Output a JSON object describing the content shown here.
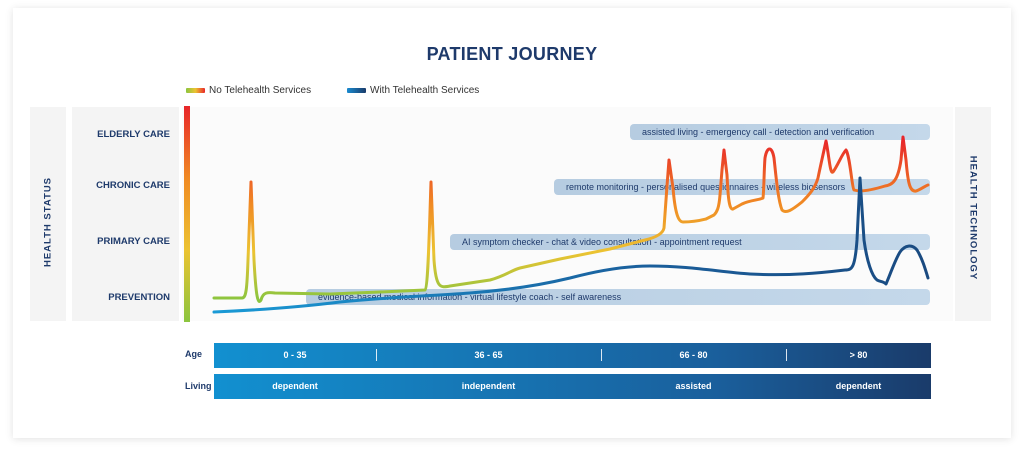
{
  "title": "PATIENT JOURNEY",
  "legend": {
    "no_telehealth": "No Telehealth Services",
    "with_telehealth": "With Telehealth Services"
  },
  "axis": {
    "left": "HEALTH   STATUS",
    "right": "HEALTH   TECHNOLOGY"
  },
  "health_levels": [
    "ELDERLY CARE",
    "CHRONIC CARE",
    "PRIMARY CARE",
    "PREVENTION"
  ],
  "technology_bands": [
    "assisted living - emergency call - detection and verification",
    "remote monitoring - personalised questionnaires - wireless biosensors",
    "AI symptom checker - chat & video consultation - appointment request",
    "evidence-based medical information - virtual lifestyle coach - self awareness"
  ],
  "age_bar": {
    "label": "Age",
    "segments": [
      "0 - 35",
      "36 - 65",
      "66 - 80",
      "> 80"
    ]
  },
  "living_bar": {
    "label": "Living",
    "segments": [
      "dependent",
      "independent",
      "assisted",
      "dependent"
    ]
  },
  "colors": {
    "navy": "#1e3a6b",
    "telehealth_line": "#1a5f9c",
    "gradient_red": "#e8262a",
    "gradient_orange": "#f08a24",
    "gradient_yellow": "#ecc332",
    "gradient_green": "#8bc53f"
  }
}
